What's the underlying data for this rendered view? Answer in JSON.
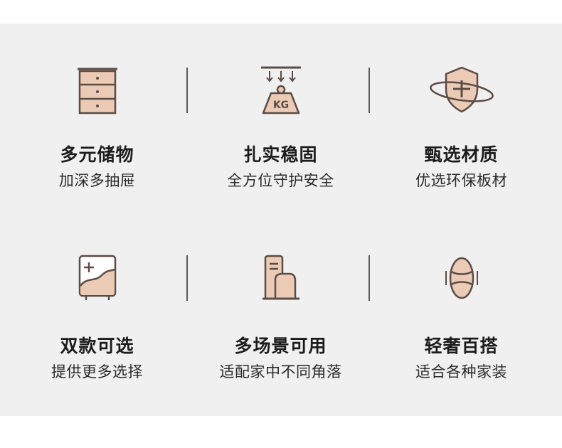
{
  "features": [
    {
      "icon": "drawer-cabinet-icon",
      "title": "多元储物",
      "subtitle": "加深多抽屉"
    },
    {
      "icon": "kg-weight-icon",
      "title": "扎实稳固",
      "subtitle": "全方位守护安全"
    },
    {
      "icon": "shield-plus-icon",
      "title": "甄选材质",
      "subtitle": "优选环保板材"
    },
    {
      "icon": "dual-tone-cabinet-icon",
      "title": "双款可选",
      "subtitle": "提供更多选择"
    },
    {
      "icon": "multi-scene-furniture-icon",
      "title": "多场景可用",
      "subtitle": "适配家中不同角落"
    },
    {
      "icon": "oval-mirror-icon",
      "title": "轻奢百搭",
      "subtitle": "适合各种家装"
    }
  ],
  "colors": {
    "panel": "#f1f0f0",
    "stroke": "#5b4c45",
    "fill": "#ebcbb6",
    "title": "#1c1c1c"
  }
}
